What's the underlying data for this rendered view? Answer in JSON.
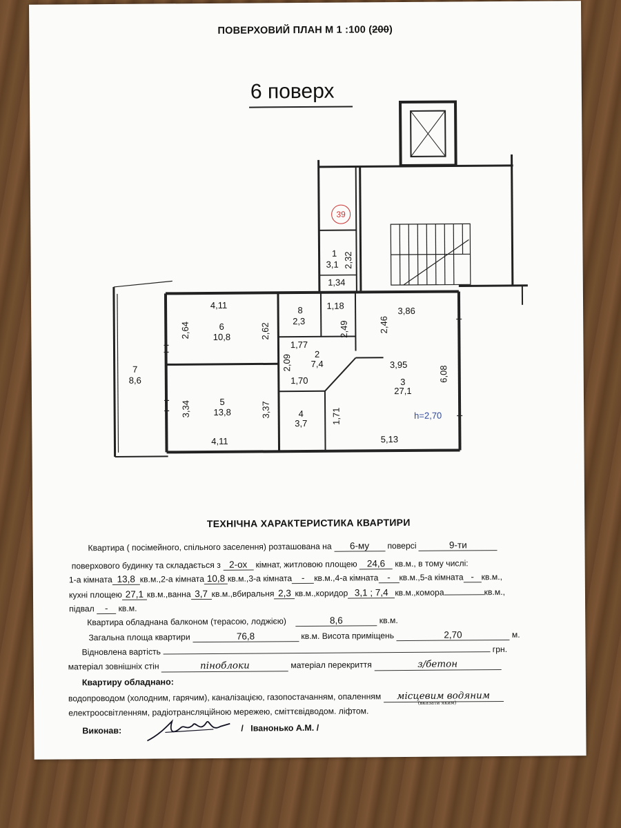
{
  "header": {
    "title_main": "ПОВЕРХОВИЙ ПЛАН М 1 :100 (",
    "title_struck": "200",
    "title_end": ")"
  },
  "floor_label": "6 поверх",
  "badge": "39",
  "plan": {
    "rooms": [
      {
        "num": "1",
        "area": "3,1"
      },
      {
        "num": "2",
        "area": "7,4"
      },
      {
        "num": "3",
        "area": "27,1"
      },
      {
        "num": "4",
        "area": "3,7"
      },
      {
        "num": "5",
        "area": "13,8"
      },
      {
        "num": "6",
        "area": "10,8"
      },
      {
        "num": "7",
        "area": "8,6"
      },
      {
        "num": "8",
        "area": "2,3"
      }
    ],
    "dims": {
      "d_2_32": "2,32",
      "d_1_34": "1,34",
      "d_1_18": "1,18",
      "d_4_11_top": "4,11",
      "d_2_64": "2,64",
      "d_2_62": "2,62",
      "d_1_77": "1,77",
      "d_2_09": "2,09",
      "d_1_70": "1,70",
      "d_2_49": "2,49",
      "d_2_46": "2,46",
      "d_3_86": "3,86",
      "d_3_95": "3,95",
      "d_6_08": "6,08",
      "d_3_34": "3,34",
      "d_3_37": "3,37",
      "d_1_71": "1,71",
      "d_4_11_bottom": "4,11",
      "d_5_13": "5,13"
    },
    "height_note": "h=2,70"
  },
  "tech": {
    "title": "ТЕХНІЧНА ХАРАКТЕРИСТИКА   КВАРТИРИ",
    "r1_a": "Квартира ( посімейного, спільного заселення) розташована на",
    "r1_v1": "6-му",
    "r1_b": "поверсі",
    "r1_v2": "9-ти",
    "r2_a": "поверхового будинку та складається з",
    "r2_v1": "2-ох",
    "r2_b": "кімнат, житловою площею",
    "r2_v2": "24,6",
    "r2_c": "кв.м.,  в тому числі:",
    "r3_a": "1-а кімната",
    "r3_v1": "13,8",
    "r3_b": "кв.м.,2-а кімната",
    "r3_v2": "10,8",
    "r3_c": "кв.м.,3-а кімната",
    "r3_v3": "-",
    "r3_d": "кв.м.,4-а кімната",
    "r3_v4": "-",
    "r3_e": "кв.м.,5-а кімната",
    "r3_v5": "-",
    "r3_f": "кв.м.,",
    "r4_a": "кухні площею",
    "r4_v1": "27,1",
    "r4_b": "кв.м.,ванна",
    "r4_v2": "3,7",
    "r4_c": "кв.м.,вбиральня",
    "r4_v3": "2,3",
    "r4_d": "кв.м.,коридор",
    "r4_v4": "3,1 ; 7,4",
    "r4_e": "кв.м.,комора",
    "r4_v5": "",
    "r4_f": "кв.м.,",
    "r5_a": "підвал",
    "r5_v": "-",
    "r5_b": "кв.м.",
    "r6_a": "Квартира обладнана балконом (терасою, лоджією)",
    "r6_v": "8,6",
    "r6_b": "кв.м.",
    "r7_a": "Загальна площа квартири",
    "r7_v1": "76,8",
    "r7_b": "кв.м. Висота приміщень",
    "r7_v2": "2,70",
    "r7_c": "м.",
    "r8_a": "Відновлена вартість",
    "r8_b": "грн.",
    "r9_a": "матеріал зовнішніх стін",
    "r9_v1": "піноблоки",
    "r9_b": "матеріал перекриття",
    "r9_v2": "з/бетон",
    "equip_title": "Квартиру обладнано:",
    "r10_a": "водопроводом (холодним, гарячим), каналізацією, газопостачанням, опаленням",
    "r10_v": "місцевим водяним",
    "r10_hint": "(вказати яким)",
    "r11": "електроосвітленням, радіотрансляційною мережею, сміттєвідводом. ліфтом.",
    "exec_label": "Виконав:",
    "exec_name": "Іванонько А.М."
  }
}
